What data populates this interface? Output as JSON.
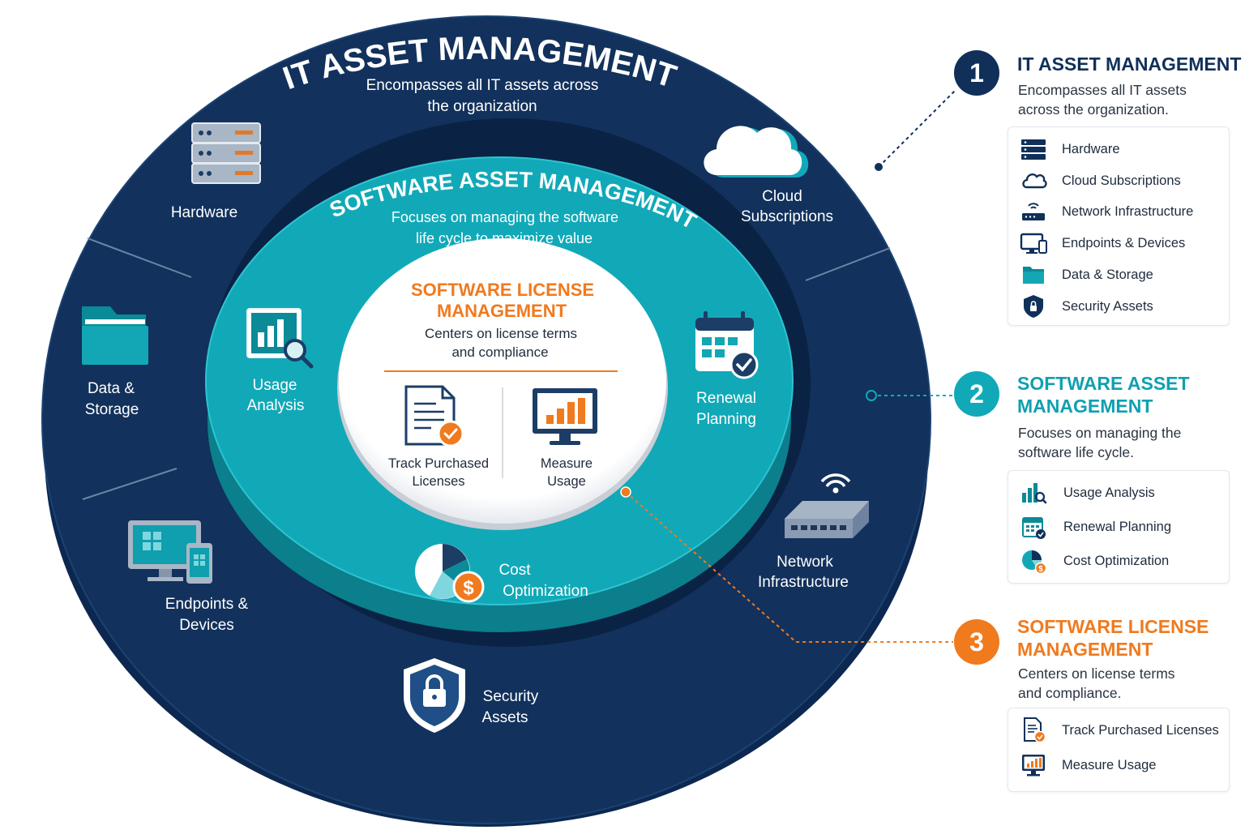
{
  "colors": {
    "navy": "#10305a",
    "navy_dark": "#0b2548",
    "teal": "#10a9b8",
    "teal_dark": "#0b7f8c",
    "orange": "#f07a1e",
    "white": "#ffffff"
  },
  "outer_ring": {
    "title": "IT ASSET MANAGEMENT",
    "desc_line1": "Encompasses all IT assets across",
    "desc_line2": "the organization",
    "items": {
      "hardware": {
        "icon": "server-rack-icon",
        "label1": "Hardware"
      },
      "cloud": {
        "icon": "cloud-icon",
        "label1": "Cloud",
        "label2": "Subscriptions"
      },
      "data": {
        "icon": "folder-icon",
        "label1": "Data &",
        "label2": "Storage"
      },
      "network": {
        "icon": "network-switch-icon",
        "label1": "Network",
        "label2": "Infrastructure"
      },
      "endpoints": {
        "icon": "monitor-tablet-icon",
        "label1": "Endpoints &",
        "label2": "Devices"
      },
      "security": {
        "icon": "shield-lock-icon",
        "label1": "Security",
        "label2": "Assets"
      }
    }
  },
  "middle_ring": {
    "title": "SOFTWARE ASSET MANAGEMENT",
    "desc_line1": "Focuses on managing the software",
    "desc_line2": "life cycle to maximize value",
    "items": {
      "usage": {
        "icon": "chart-magnifier-icon",
        "label1": "Usage",
        "label2": "Analysis"
      },
      "renewal": {
        "icon": "calendar-check-icon",
        "label1": "Renewal",
        "label2": "Planning"
      },
      "cost": {
        "icon": "pie-dollar-icon",
        "label1": "Cost",
        "label2": "Optimization"
      }
    }
  },
  "center": {
    "title_line1": "SOFTWARE LICENSE",
    "title_line2": "MANAGEMENT",
    "desc_line1": "Centers on license terms",
    "desc_line2": "and compliance",
    "items": {
      "track": {
        "icon": "document-check-icon",
        "label1": "Track Purchased",
        "label2": "Licenses"
      },
      "measure": {
        "icon": "monitor-chart-icon",
        "label1": "Measure",
        "label2": "Usage"
      }
    }
  },
  "legend": {
    "s1": {
      "number": "1",
      "title": "IT ASSET MANAGEMENT",
      "desc_line1": "Encompasses all IT assets",
      "desc_line2": "across the organization.",
      "items": [
        {
          "icon": "server-icon",
          "label": "Hardware"
        },
        {
          "icon": "cloud-icon",
          "label": "Cloud Subscriptions"
        },
        {
          "icon": "router-icon",
          "label": "Network Infrastructure"
        },
        {
          "icon": "monitor-icon",
          "label": "Endpoints & Devices"
        },
        {
          "icon": "folder-icon",
          "label": "Data & Storage"
        },
        {
          "icon": "shield-icon",
          "label": "Security Assets"
        }
      ]
    },
    "s2": {
      "number": "2",
      "title_line1": "SOFTWARE ASSET",
      "title_line2": "MANAGEMENT",
      "desc_line1": "Focuses on managing the",
      "desc_line2": "software life cycle.",
      "items": [
        {
          "icon": "bar-chart-icon",
          "label": "Usage Analysis"
        },
        {
          "icon": "calendar-icon",
          "label": "Renewal Planning"
        },
        {
          "icon": "pie-chart-icon",
          "label": "Cost Optimization"
        }
      ]
    },
    "s3": {
      "number": "3",
      "title_line1": "SOFTWARE LICENSE",
      "title_line2": "MANAGEMENT",
      "desc_line1": "Centers on license terms",
      "desc_line2": "and compliance.",
      "items": [
        {
          "icon": "document-check-icon",
          "label": "Track Purchased Licenses"
        },
        {
          "icon": "monitor-chart-icon",
          "label": "Measure Usage"
        }
      ]
    }
  }
}
